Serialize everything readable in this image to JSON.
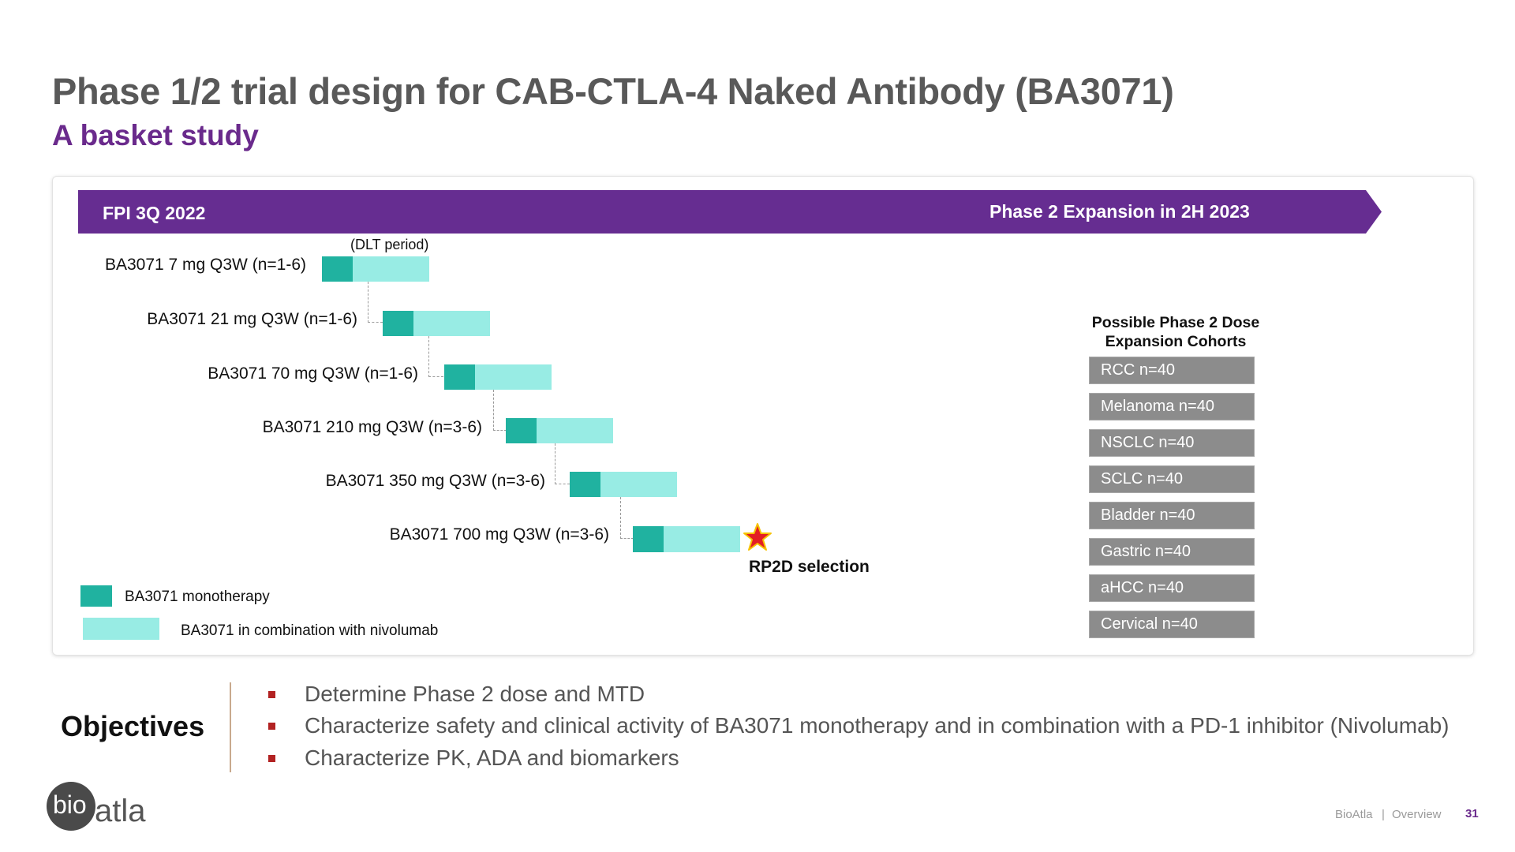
{
  "title": "Phase 1/2 trial design for CAB-CTLA-4 Naked Antibody (BA3071)",
  "subtitle": "A basket study",
  "banner": {
    "left_text": "FPI 3Q 2022",
    "right_text": "Phase 2 Expansion in 2H 2023",
    "color": "#662d91"
  },
  "dlt_label": "(DLT period)",
  "dose_rows": [
    {
      "label": "BA3071 7 mg Q3W (n=1-6)"
    },
    {
      "label": "BA3071 21 mg Q3W (n=1-6)"
    },
    {
      "label": "BA3071 70 mg Q3W (n=1-6)"
    },
    {
      "label": "BA3071 210 mg Q3W (n=3-6)"
    },
    {
      "label": "BA3071 350 mg Q3W (n=3-6)"
    },
    {
      "label": "BA3071 700 mg Q3W (n=3-6)"
    }
  ],
  "rp2d": {
    "label": "RP2D selection",
    "icon": "star-icon",
    "color": "#e31e24"
  },
  "legend": [
    {
      "label": "BA3071 monotherapy",
      "color": "#20b2a0"
    },
    {
      "label": "BA3071 in combination with nivolumab",
      "color": "#98ece4"
    }
  ],
  "cohorts": {
    "title_line1": "Possible Phase 2 Dose",
    "title_line2": "Expansion Cohorts",
    "items": [
      "RCC n=40",
      "Melanoma n=40",
      "NSCLC n=40",
      "SCLC n=40",
      "Bladder n=40",
      "Gastric n=40",
      "aHCC n=40",
      "Cervical n=40"
    ]
  },
  "objectives": {
    "heading": "Objectives",
    "items": [
      "Determine Phase 2 dose and MTD",
      "Characterize safety and clinical activity of BA3071 monotherapy and in combination with a PD-1 inhibitor (Nivolumab)",
      "Characterize PK, ADA and biomarkers"
    ]
  },
  "logo": {
    "part1": "bio",
    "part2": "atla"
  },
  "footer": {
    "company": "BioAtla",
    "separator": "|",
    "section": "Overview",
    "page": "31"
  }
}
